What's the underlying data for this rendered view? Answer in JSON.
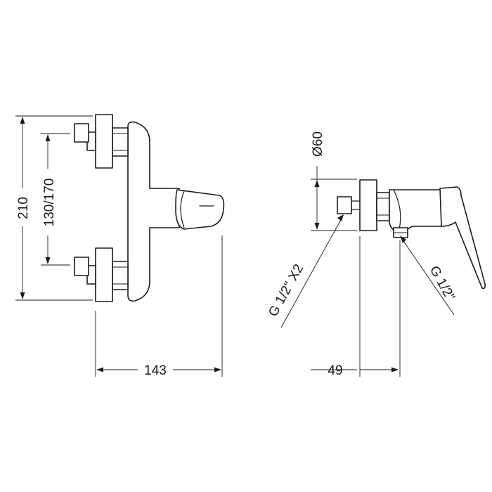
{
  "diagram": {
    "front_view": {
      "width_label": "143",
      "height_label": "210",
      "centers_label": "130/170"
    },
    "side_view": {
      "depth_label": "49",
      "diameter_label": "Ø60",
      "inlet_label": "G 1/2\" X2",
      "outlet_label": "G 1/2\""
    }
  }
}
